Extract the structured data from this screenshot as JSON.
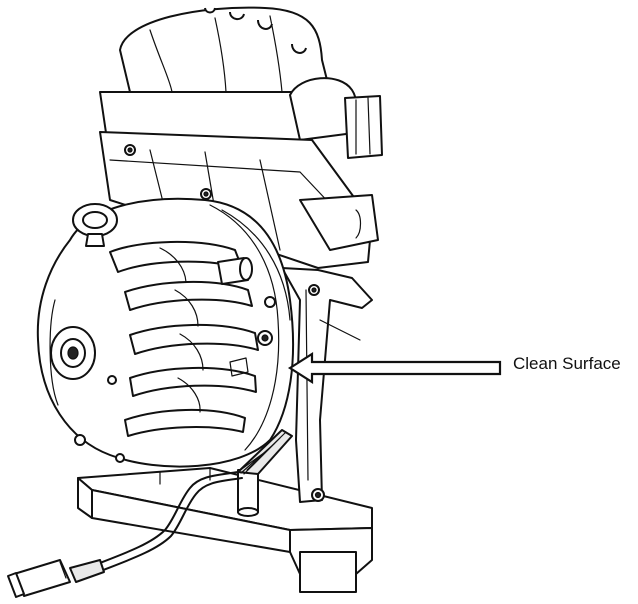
{
  "callout": {
    "label": "Clean Surface"
  },
  "drawing": {
    "subject": "pump-assembly-line-drawing",
    "callout_arrow_direction": "left"
  }
}
